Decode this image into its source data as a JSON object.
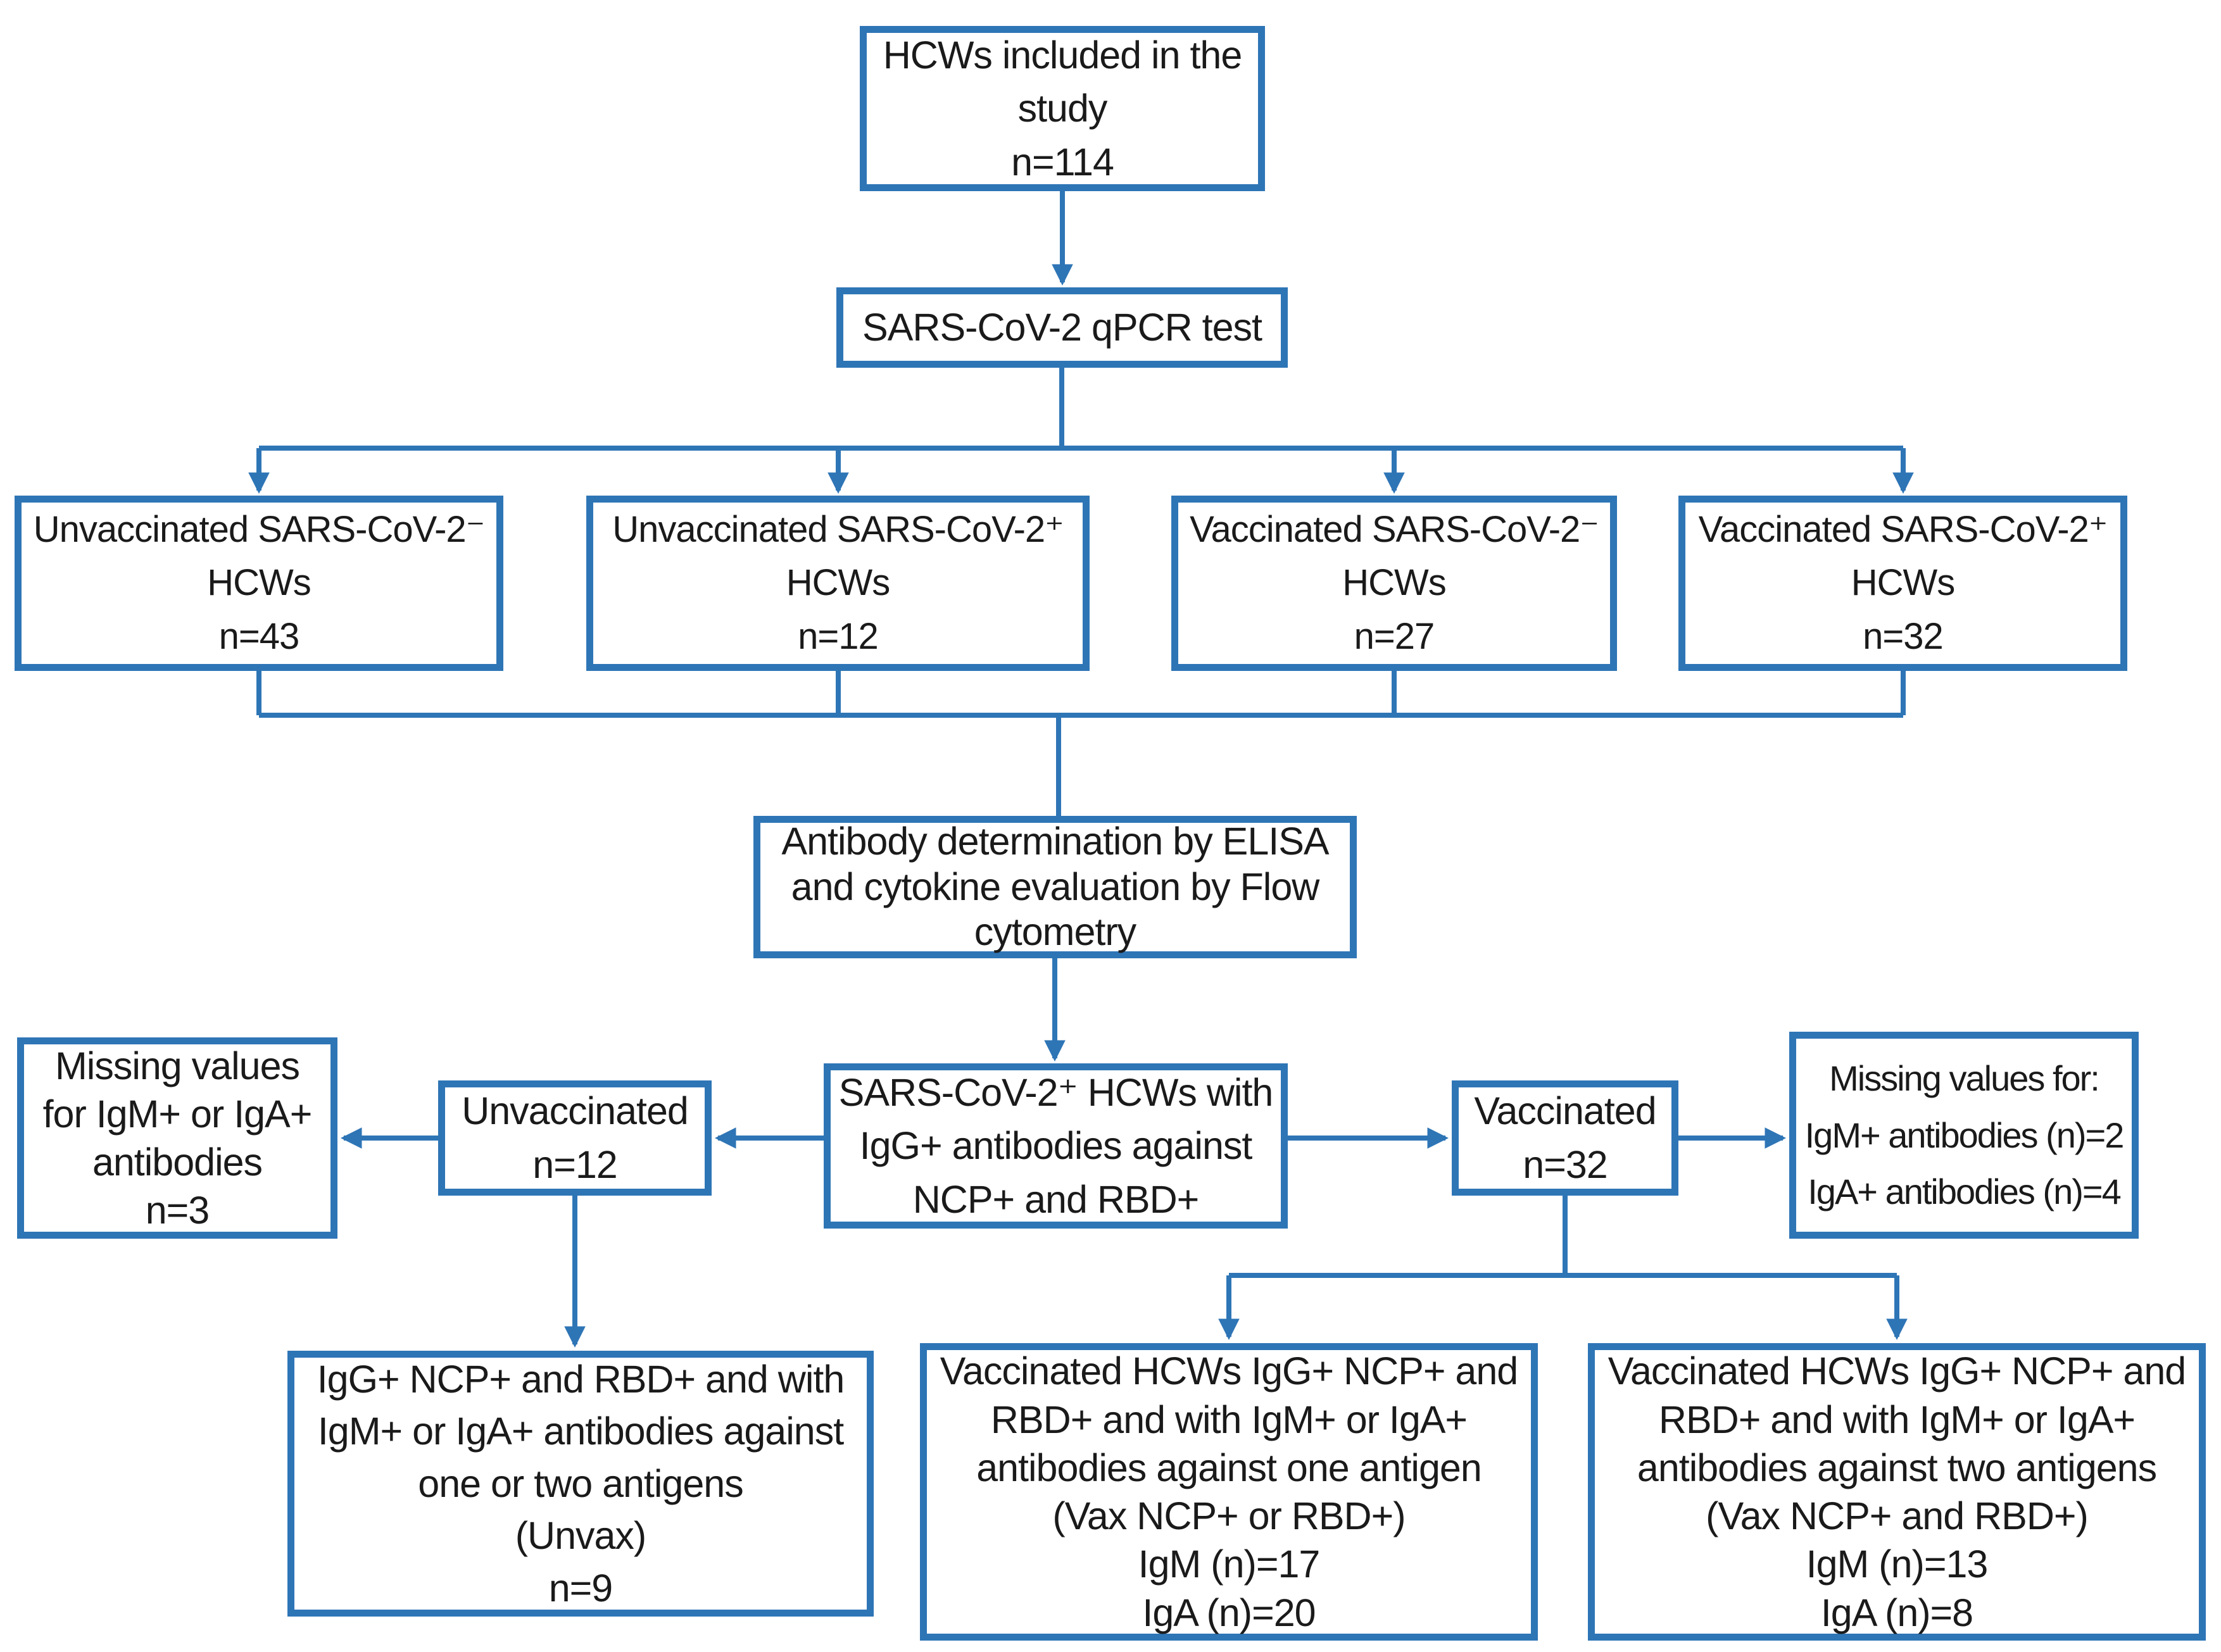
{
  "diagram": {
    "title": "HCW SARS-CoV-2 study flow diagram",
    "colors": {
      "accent_blue": "#2E75B6",
      "text": "#1A1A1A",
      "background": "#FFFFFF"
    },
    "boxes": {
      "included": {
        "text": "HCWs included in the\nstudy\nn=114"
      },
      "qpcr": {
        "text": "SARS-CoV-2 qPCR test"
      },
      "unvax_neg": {
        "text": "Unvaccinated SARS-CoV-2⁻\nHCWs\nn=43"
      },
      "unvax_pos": {
        "text": "Unvaccinated SARS-CoV-2⁺\nHCWs\nn=12"
      },
      "vax_neg": {
        "text": "Vaccinated SARS-CoV-2⁻\nHCWs\nn=27"
      },
      "vax_pos": {
        "text": "Vaccinated SARS-CoV-2⁺\nHCWs\nn=32"
      },
      "elisa": {
        "text": "Antibody determination by ELISA\nand cytokine evaluation by Flow\ncytometry"
      },
      "igg_central": {
        "text": "SARS-CoV-2⁺ HCWs with\nIgG+ antibodies against\nNCP+ and RBD+"
      },
      "missing_unvax": {
        "text": "Missing values\nfor IgM+ or IgA+\nantibodies\nn=3"
      },
      "unvaccinated": {
        "text": "Unvaccinated\nn=12"
      },
      "vaccinated": {
        "text": "Vaccinated\nn=32"
      },
      "missing_vax": {
        "text": "Missing values for:\nIgM+ antibodies (n)=2\nIgA+ antibodies (n)=4"
      },
      "unvax_result": {
        "text": "IgG+ NCP+ and RBD+ and with\nIgM+ or IgA+ antibodies against\none or two antigens\n(Unvax)\nn=9"
      },
      "vax_one_antigen": {
        "text": "Vaccinated HCWs IgG+ NCP+ and\nRBD+ and with IgM+ or IgA+\nantibodies against one antigen\n(Vax NCP+ or RBD+)\nIgM (n)=17\nIgA (n)=20"
      },
      "vax_two_antigens": {
        "text": "Vaccinated HCWs IgG+ NCP+ and\nRBD+ and with IgM+ or IgA+\nantibodies against two antigens\n(Vax NCP+ and RBD+)\nIgM (n)=13\nIgA (n)=8"
      }
    }
  }
}
